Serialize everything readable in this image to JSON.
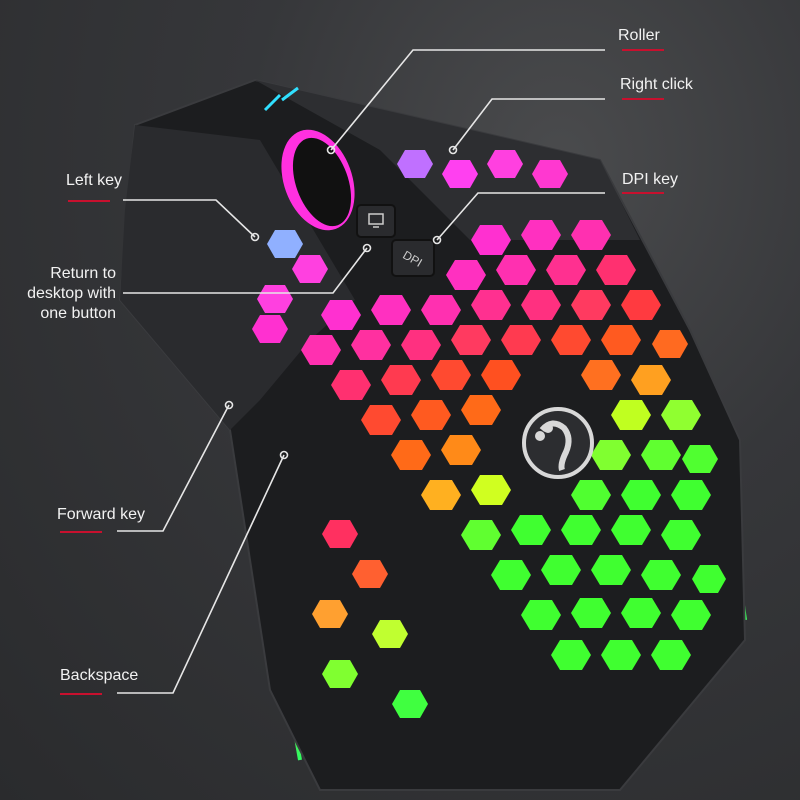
{
  "image": {
    "subject": "RGB honeycomb gaming mouse",
    "logo_icon": "scorpion-logo-icon"
  },
  "labels": {
    "roller": "Roller",
    "right_click": "Right click",
    "dpi_key": "DPI key",
    "left_key": "Left key",
    "return_desktop": "Return to\ndesktop with\none button",
    "forward_key": "Forward key",
    "backspace": "Backspace"
  },
  "buttons": {
    "desktop_button_glyph": "monitor-icon",
    "dpi_button_glyph": "DPI"
  },
  "colors": {
    "background": "#2e2f31",
    "accent_underline": "#c8102e",
    "leader_line": "#e6e6e6",
    "mouse_body": "#1c1d1f",
    "glow_pink": "#ff2fb0",
    "glow_red": "#ff3a2a",
    "glow_orange": "#ff7a1a",
    "glow_green": "#3aff3a",
    "glow_blue": "#8fb8ff"
  }
}
